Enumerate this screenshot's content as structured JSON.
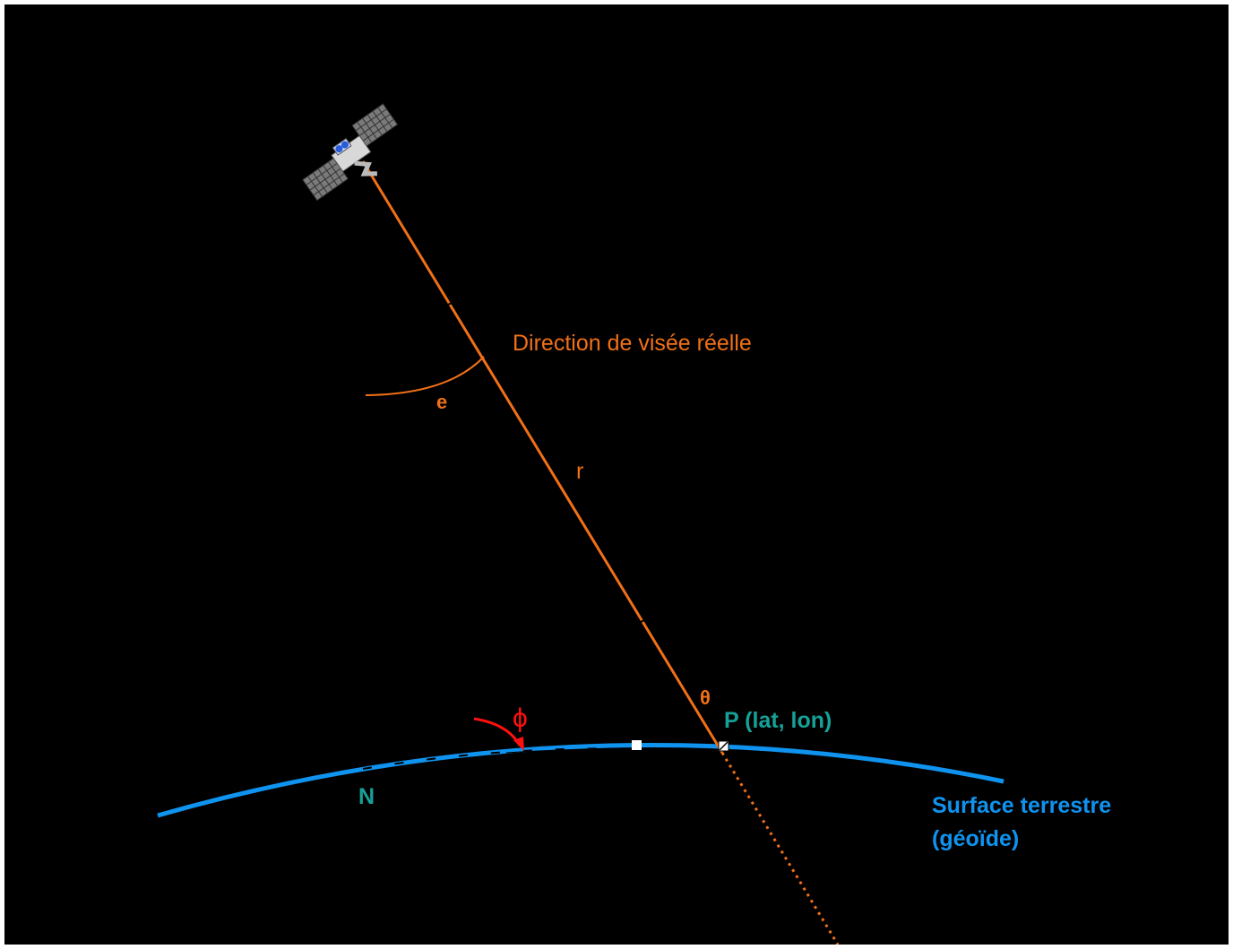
{
  "colors": {
    "background": "#000000",
    "line_of_sight": "#f07018",
    "geoid": "#0f93ef",
    "point_label": "#16a198",
    "phi_arrow": "#ff1010"
  },
  "icons": {
    "satellite": "satellite-icon"
  },
  "labels": {
    "line_of_sight": "Direction de visée réelle",
    "elevation_angle": "e",
    "range": "r",
    "theta": "θ",
    "phi": "ϕ",
    "point_p": "P (lat, lon)",
    "point_n": "N",
    "surface_line1": "Surface terrestre",
    "surface_line2": "(géoïde)"
  }
}
